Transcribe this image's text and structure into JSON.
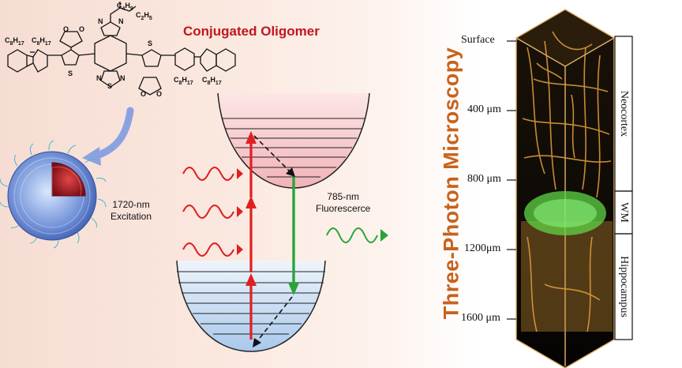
{
  "title": "Conjugated Oligomer",
  "excitation": {
    "line1": "1720-nm",
    "line2": "Excitation"
  },
  "fluorescence": {
    "line1": "785-nm",
    "line2": "Fluorescerce"
  },
  "microscopy_title": "Three-Photon Microscopy",
  "depth_labels": [
    "Surface",
    "400 μm",
    "800 μm",
    "1200μm",
    "1600 μm"
  ],
  "regions": [
    "Neocortex",
    "WM",
    "Hippocampus"
  ],
  "chemistry": {
    "c8h17": "C8H17",
    "c4h9": "C4H9",
    "c2h5": "C2H5",
    "s": "S",
    "n": "N",
    "o": "O"
  },
  "colors": {
    "title": "#c0161d",
    "microscopy_title": "#c8621c",
    "excitation_wave": "#e02020",
    "fluorescence_wave": "#2aa43a",
    "excited_well": "#f5c9cb",
    "ground_well": "#c9dcf2",
    "vessels": "#d99a3a",
    "white_matter": "#5fd646"
  }
}
